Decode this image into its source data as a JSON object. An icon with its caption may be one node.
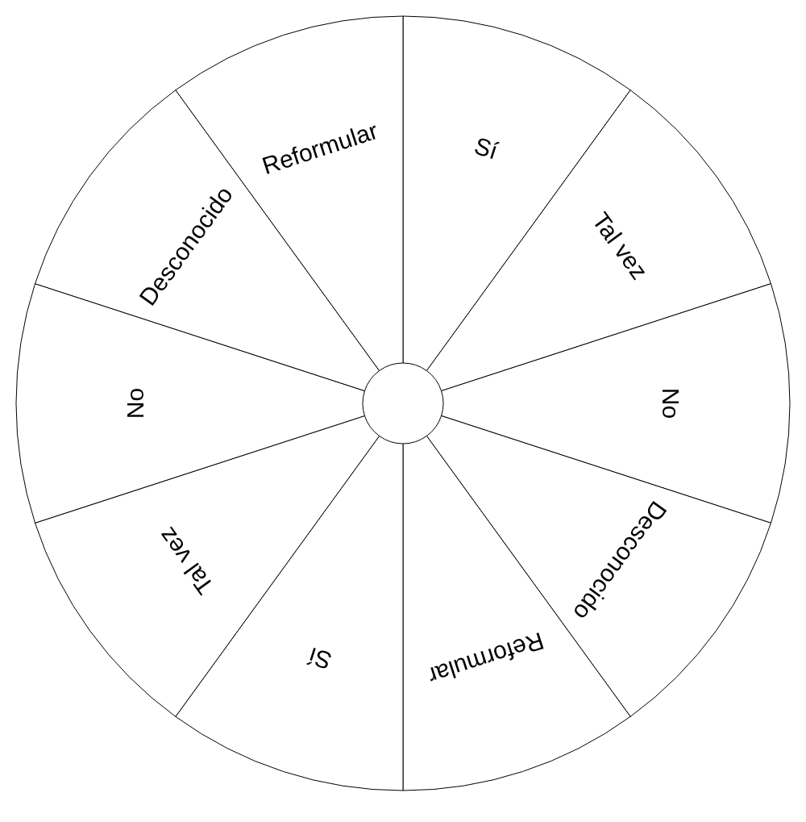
{
  "diagram": {
    "nodes": [
      {
        "text": [
          "Sí"
        ]
      },
      {
        "text": [
          "Tal vez"
        ]
      },
      {
        "text": [
          "No"
        ]
      },
      {
        "text": [
          "Desconocido"
        ]
      },
      {
        "text": [
          "Reformular"
        ]
      },
      {
        "text": [
          "Sí"
        ]
      },
      {
        "text": [
          "Tal vez"
        ]
      },
      {
        "text": [
          "No"
        ]
      },
      {
        "text": [
          "Desconocido"
        ]
      },
      {
        "text": [
          "Reformular"
        ]
      }
    ]
  }
}
